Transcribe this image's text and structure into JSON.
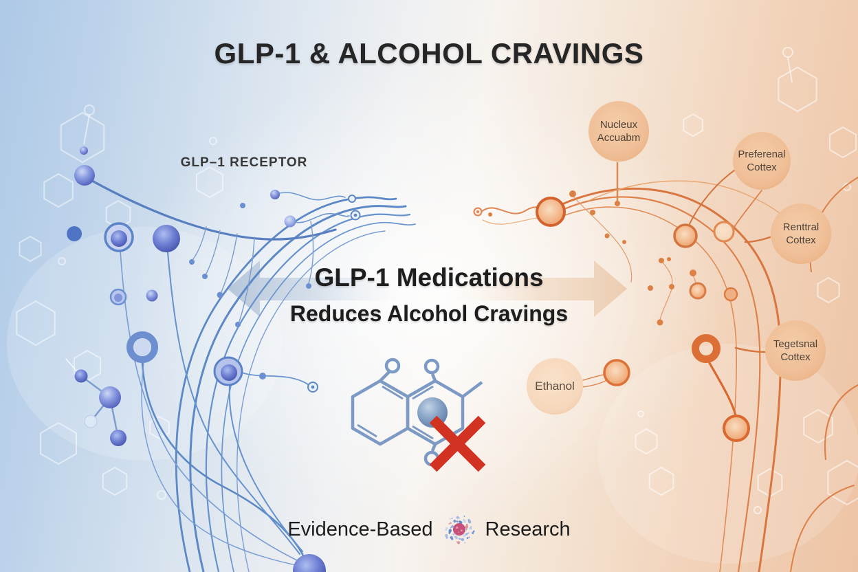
{
  "title": "GLP-1 & ALCOHOL CRAVINGS",
  "left_panel": {
    "receptor_label": "GLP–1 RECEPTOR"
  },
  "center": {
    "headline": "GLP-1 Medications",
    "subheadline": "Reduces Alcohol Cravings"
  },
  "right_panel": {
    "bubbles": [
      "Nucleux Accuabm",
      "Preferenal Cottex",
      "Renttral Cottex",
      "Tegetsnal Cottex",
      "Ethanol"
    ]
  },
  "footer": {
    "left_text": "Evidence-Based",
    "right_text": "Research"
  },
  "icons": {
    "center_graphic": "molecule-with-sphere-icon",
    "prohibition": "red-x-icon",
    "footer_badge": "research-cluster-icon",
    "left_motif": "blue-neural-network",
    "right_motif": "orange-neural-network"
  },
  "colors": {
    "background_left": "#adc9e6",
    "background_right": "#edc3a4",
    "blue_accent": "#5d88c6",
    "orange_accent": "#dc6f36",
    "bubble_fill": "#f0c09a",
    "red_x": "#d23222",
    "title_text": "#262626",
    "bubble_text": "#4e4238"
  }
}
